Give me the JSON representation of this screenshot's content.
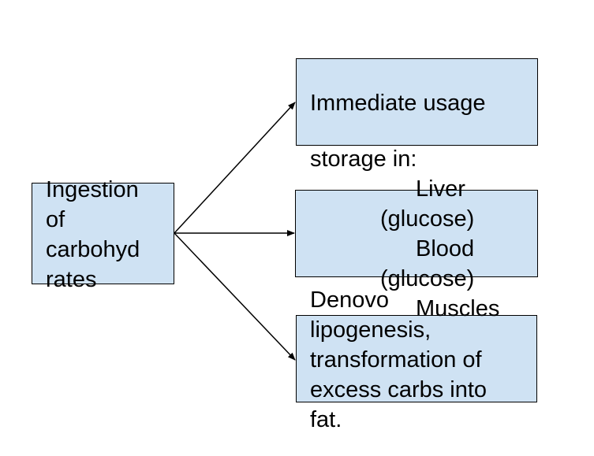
{
  "colors": {
    "box_fill": "#cfe2f3",
    "box_border": "#000000",
    "text": "#000000",
    "arrow": "#000000"
  },
  "source_box": {
    "lines": [
      "Ingestion",
      "of",
      "carbohyd",
      "rates"
    ]
  },
  "target_top": {
    "label": "Immediate usage"
  },
  "target_middle": {
    "lines": [
      "storage in:",
      "Liver",
      "(glucose)",
      "Blood",
      "(glucose)",
      "Muscles"
    ]
  },
  "target_bottom": {
    "lines": [
      "Denovo",
      "lipogenesis,",
      "transformation of",
      "excess carbs into",
      "fat."
    ]
  },
  "arrows": [
    {
      "from": "Ingestion of carbohydrates",
      "to": "Immediate usage"
    },
    {
      "from": "Ingestion of carbohydrates",
      "to": "storage in"
    },
    {
      "from": "Ingestion of carbohydrates",
      "to": "Denovo lipogenesis"
    }
  ]
}
